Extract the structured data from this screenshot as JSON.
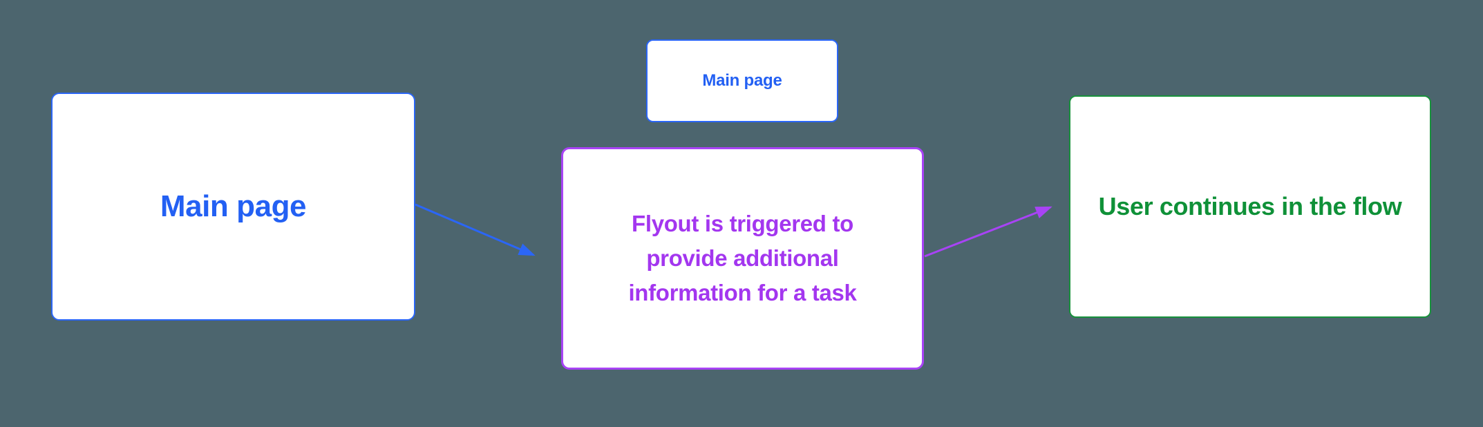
{
  "colors": {
    "bg": "#4c656e",
    "node_bg": "#ffffff",
    "blue": "#2b66f6",
    "blue_text": "#2360f3",
    "purple": "#a843f5",
    "purple_text": "#a336ef",
    "green_border": "#18913c",
    "green_text": "#0f9138"
  },
  "diagram": {
    "main_page": {
      "label": "Main page"
    },
    "main_page_mini": {
      "label": "Main page"
    },
    "flyout": {
      "lines": [
        "Flyout is triggered to",
        "provide additional",
        "information for a task"
      ]
    },
    "continue_flow": {
      "label": "User continues in the flow"
    }
  }
}
